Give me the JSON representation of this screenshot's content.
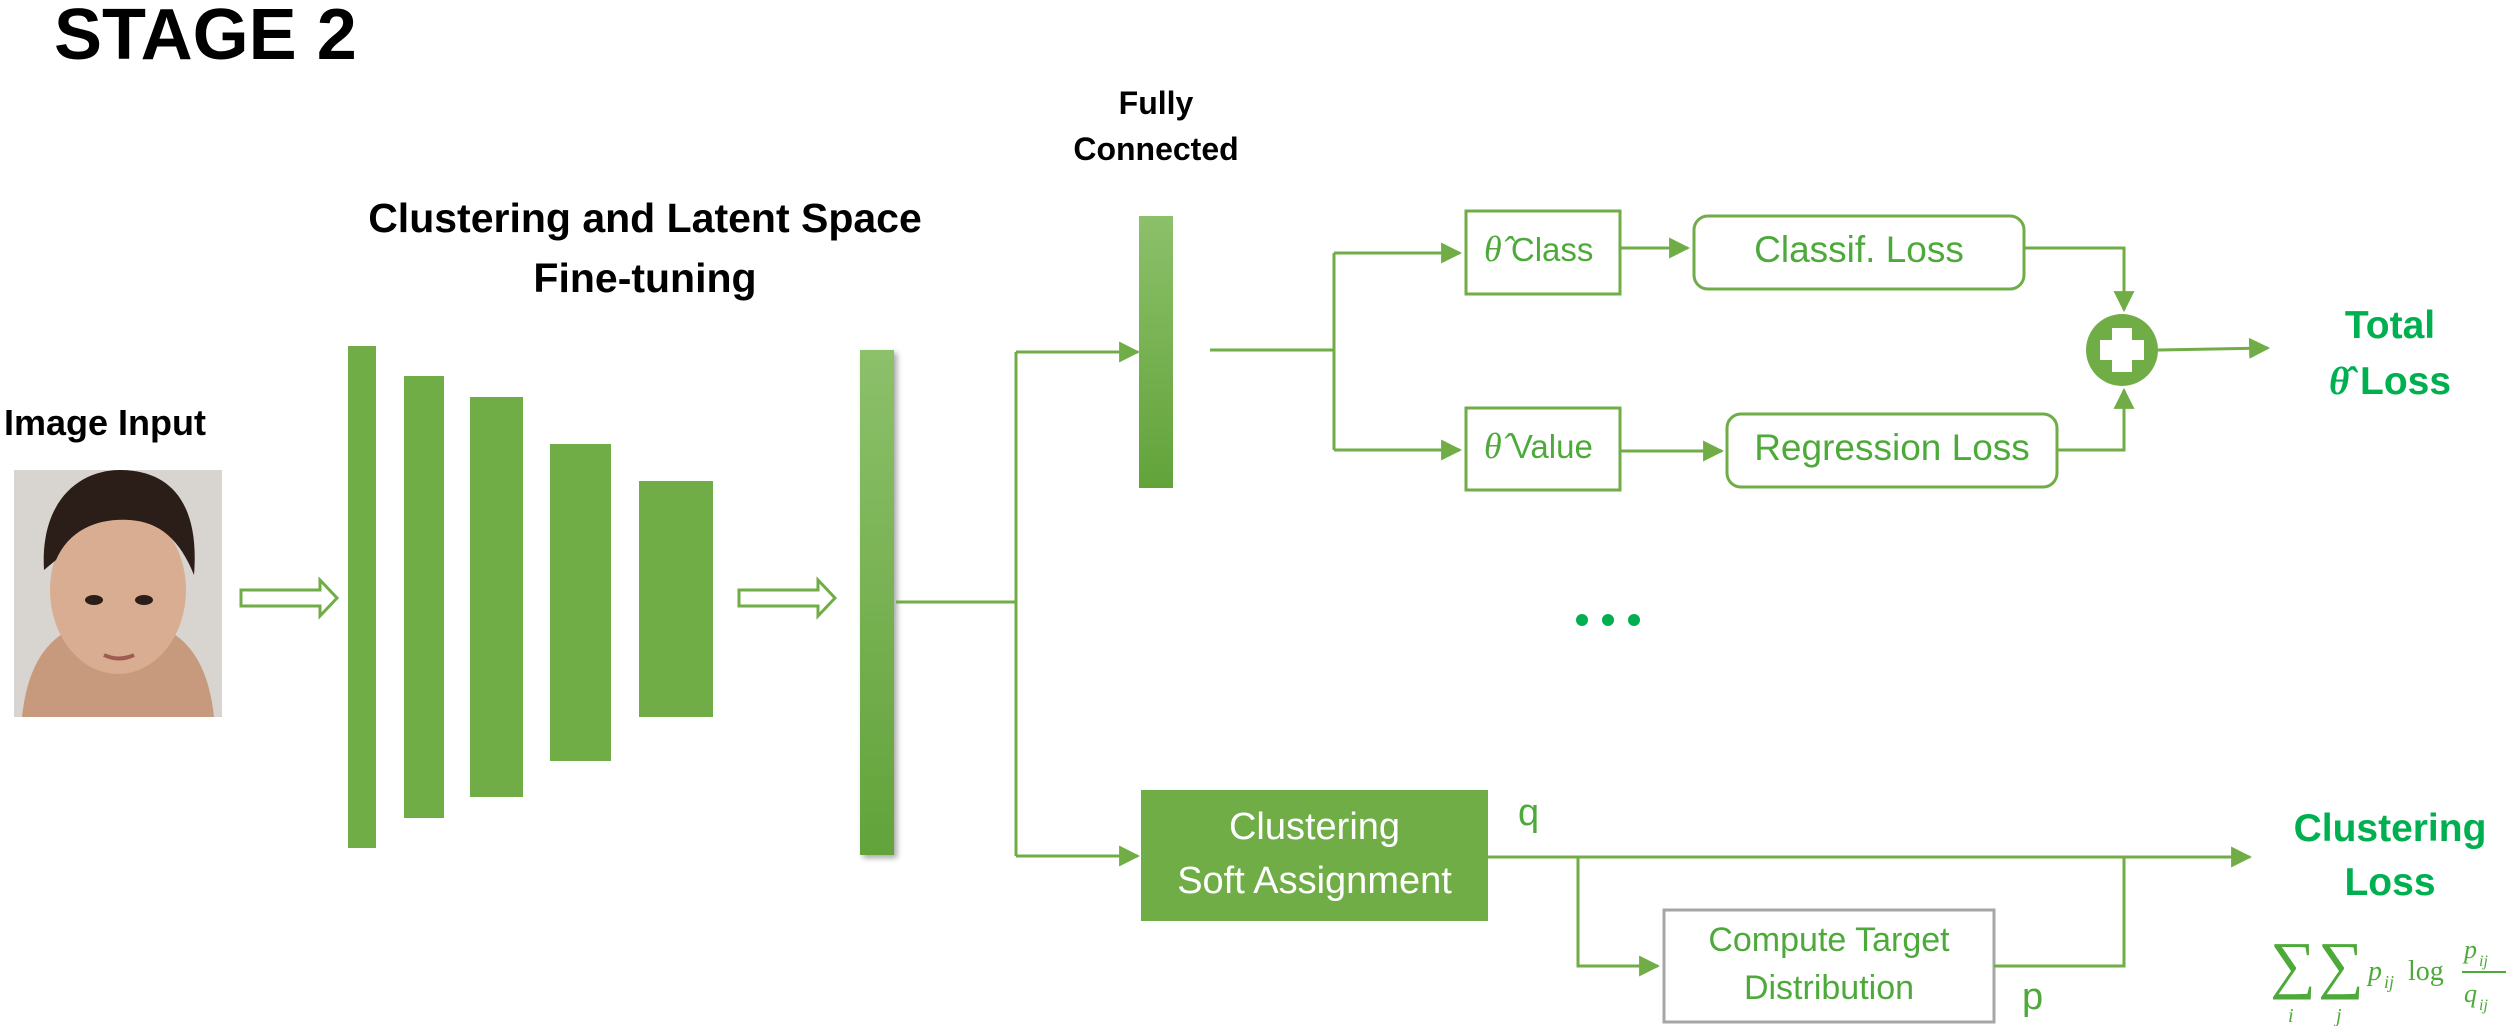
{
  "title": "STAGE 2",
  "input_label": "Image Input",
  "encoder_title_line1": "Clustering and Latent Space",
  "encoder_title_line2": "Fine-tuning",
  "fc_label_line1": "Fully",
  "fc_label_line2": "Connected",
  "head_class_label": "Class",
  "head_value_label": "Value",
  "theta_symbol": "θ̂",
  "classif_loss": "Classif. Loss",
  "regression_loss": "Regression Loss",
  "total_loss_line1": "Total",
  "total_loss_line2": "Loss",
  "ellipsis": "...",
  "clustering_box_line1": "Clustering",
  "clustering_box_line2": "Soft Assignment",
  "q_label": "q",
  "p_label": "p",
  "target_box_line1": "Compute Target",
  "target_box_line2": "Distribution",
  "clustering_loss_line1": "Clustering",
  "clustering_loss_line2": "Loss",
  "kl_formula": {
    "sum_i": "i",
    "sum_j": "j",
    "p_term": "p",
    "p_sub": "ij",
    "log": "log",
    "frac_num": "p",
    "frac_num_sub": "ij",
    "frac_den": "q",
    "frac_den_sub": "ij"
  },
  "colors": {
    "green_fill": "#70ad47",
    "green_text": "#00b050",
    "label_green": "#4daa3a",
    "gray_border": "#a6a6a6"
  }
}
